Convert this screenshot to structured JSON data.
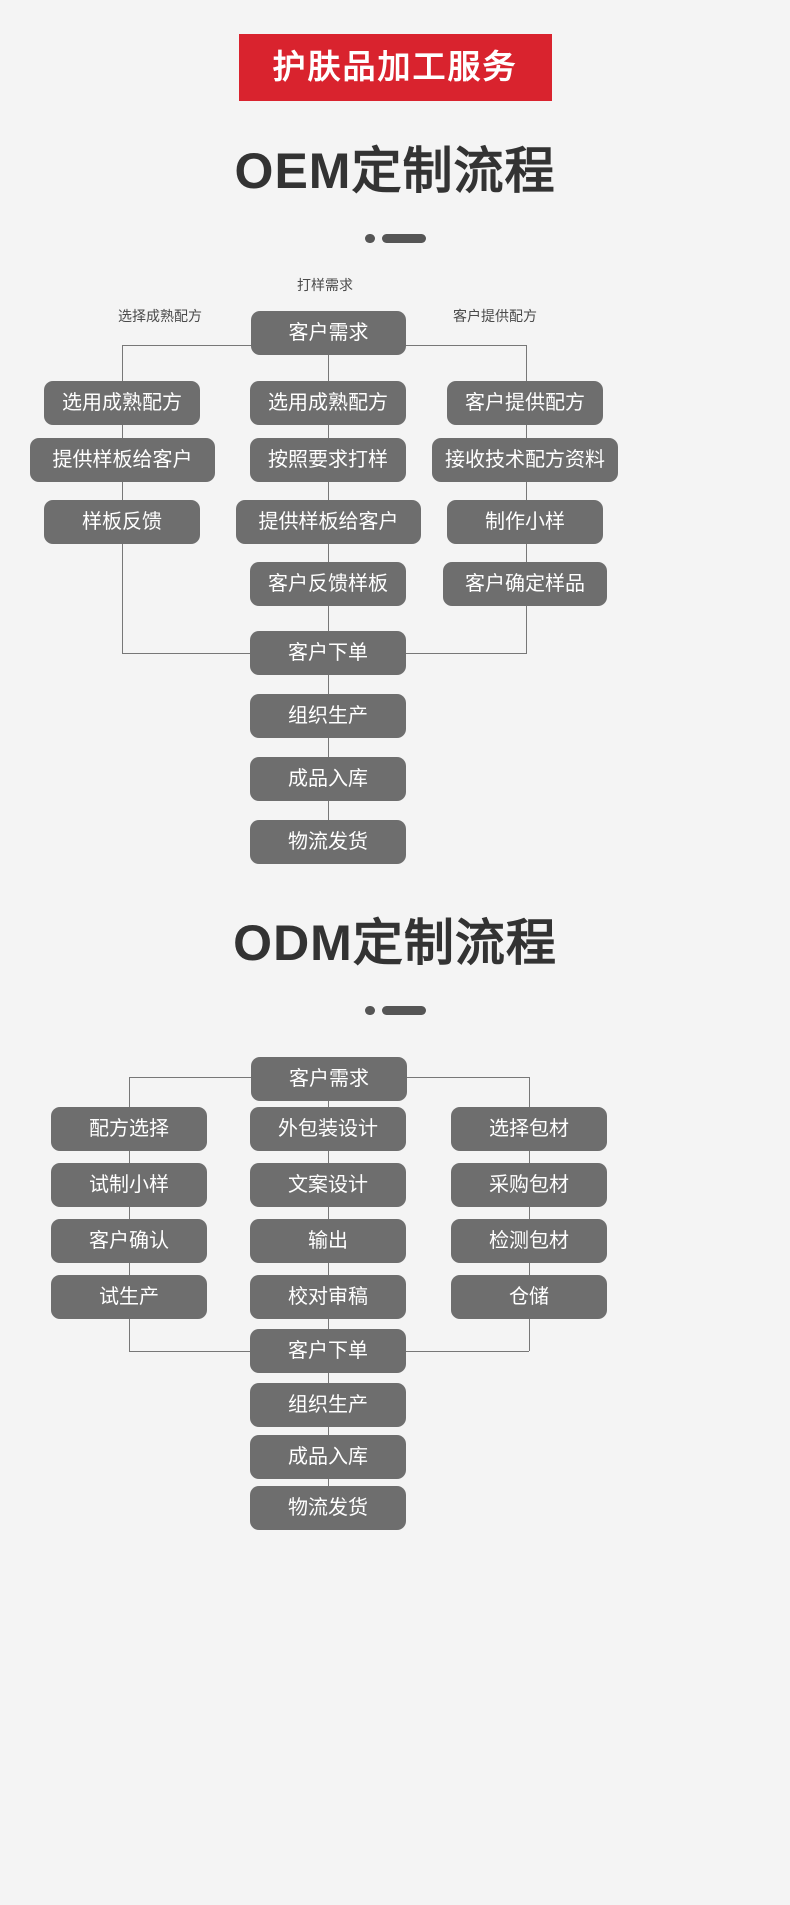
{
  "header": {
    "banner": "护肤品加工服务"
  },
  "sections": [
    {
      "id": "oem",
      "title": "OEM定制流程",
      "root": "客户需求",
      "edge_labels": {
        "left": "选择成熟配方",
        "center": "打样需求",
        "right": "客户提供配方"
      },
      "columns": {
        "left": [
          "选用成熟配方",
          "提供样板给客户",
          "样板反馈"
        ],
        "center": [
          "选用成熟配方",
          "按照要求打样",
          "提供样板给客户",
          "客户反馈样板"
        ],
        "right": [
          "客户提供配方",
          "接收技术配方资料",
          "制作小样",
          "客户确定样品"
        ]
      },
      "merge": "客户下单",
      "tail": [
        "组织生产",
        "成品入库",
        "物流发货"
      ]
    },
    {
      "id": "odm",
      "title": "ODM定制流程",
      "root": "客户需求",
      "edge_labels": {
        "left": "",
        "center": "",
        "right": ""
      },
      "columns": {
        "left": [
          "配方选择",
          "试制小样",
          "客户确认",
          "试生产"
        ],
        "center": [
          "外包装设计",
          "文案设计",
          "输出",
          "校对审稿"
        ],
        "right": [
          "选择包材",
          "采购包材",
          "检测包材",
          "仓储"
        ]
      },
      "merge": "客户下单",
      "tail": [
        "组织生产",
        "成品入库",
        "物流发货"
      ]
    }
  ],
  "colors": {
    "background": "#f4f4f4",
    "banner": "#d9232e",
    "node": "#6e6e6e",
    "node_text": "#ffffff",
    "title": "#333333",
    "line": "#777777"
  }
}
